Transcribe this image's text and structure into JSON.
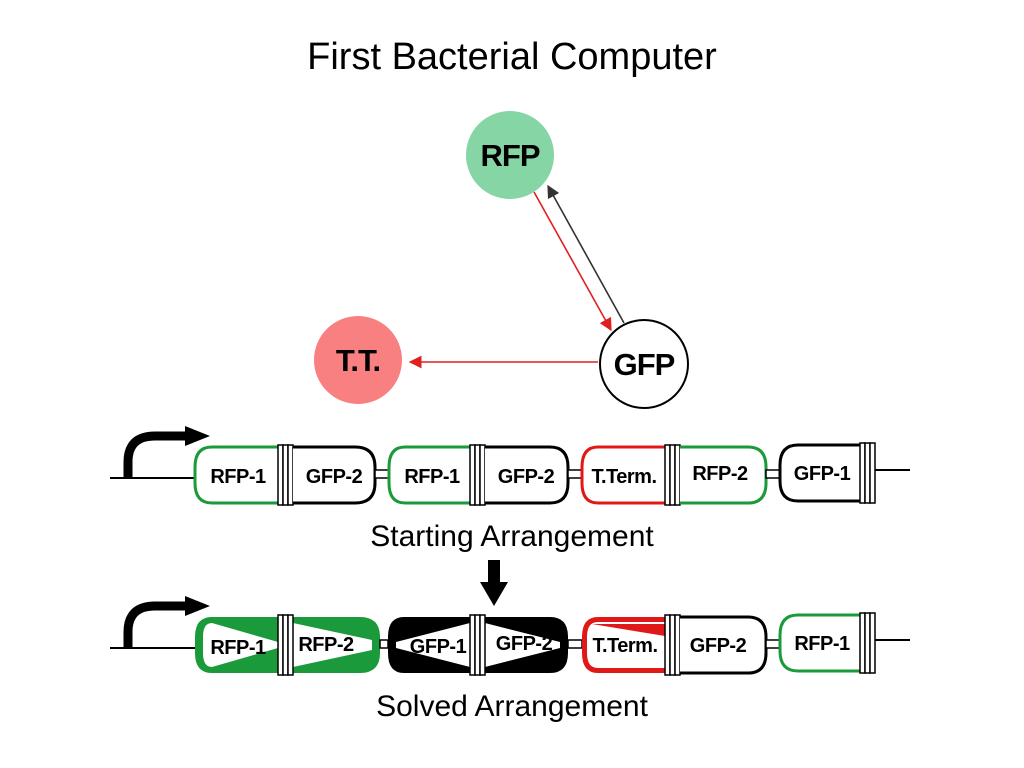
{
  "title": "First Bacterial Computer",
  "graph": {
    "nodes": [
      {
        "id": "rfp",
        "label": "RFP",
        "fill": "#86d5a4"
      },
      {
        "id": "tt",
        "label": "T.T.",
        "fill": "#f98080"
      },
      {
        "id": "gfp",
        "label": "GFP",
        "fill": "#ffffff"
      }
    ],
    "edge_colors": {
      "red": "#e02020",
      "black": "#333333"
    }
  },
  "starting": {
    "caption": "Starting Arrangement",
    "segments": [
      "RFP-1",
      "GFP-2",
      "RFP-1",
      "GFP-2",
      "T.Term.",
      "RFP-2",
      "GFP-1"
    ]
  },
  "solved": {
    "caption": "Solved Arrangement",
    "segments": [
      "RFP-1",
      "RFP-2",
      "GFP-1",
      "GFP-2",
      "T.Term.",
      "GFP-2",
      "RFP-1"
    ]
  },
  "colors": {
    "green": "#1a9a3a",
    "red": "#e01818",
    "black": "#000000"
  }
}
